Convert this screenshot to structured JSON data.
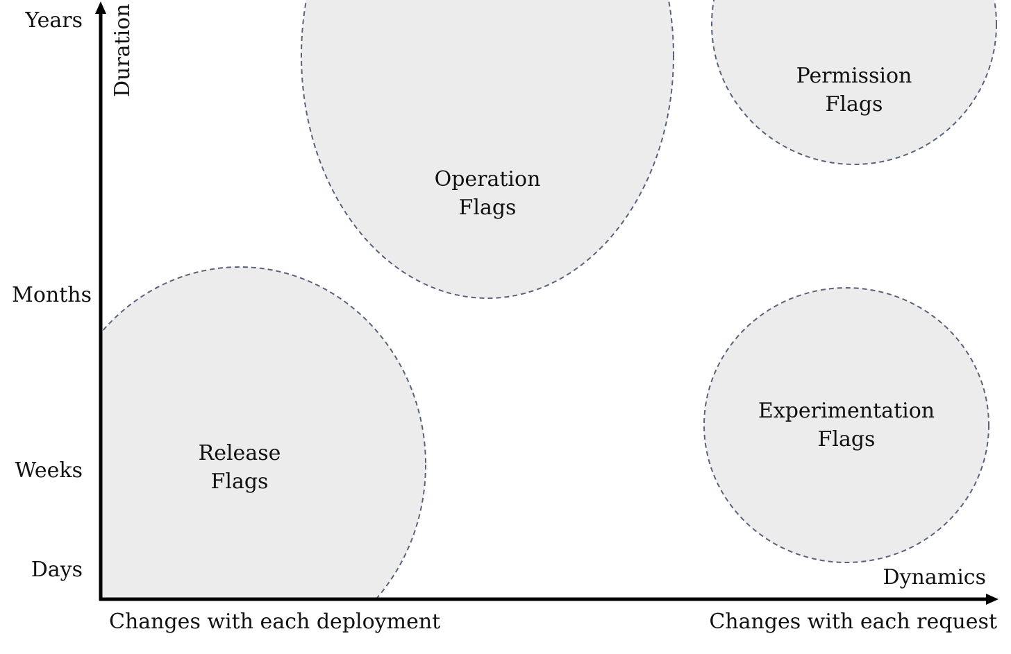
{
  "y_axis": {
    "title": "Duration",
    "ticks": [
      "Years",
      "Months",
      "Weeks",
      "Days"
    ]
  },
  "x_axis": {
    "title": "Dynamics",
    "left_label": "Changes with each deployment",
    "right_label": "Changes with each request"
  },
  "bubbles": {
    "release": {
      "line1": "Release",
      "line2": "Flags"
    },
    "operation": {
      "line1": "Operation",
      "line2": "Flags"
    },
    "permission": {
      "line1": "Permission",
      "line2": "Flags"
    },
    "experimentation": {
      "line1": "Experimentation",
      "line2": "Flags"
    }
  },
  "colors": {
    "bubble_fill": "#ececec",
    "bubble_stroke": "#5a6278",
    "axis": "#000000"
  }
}
